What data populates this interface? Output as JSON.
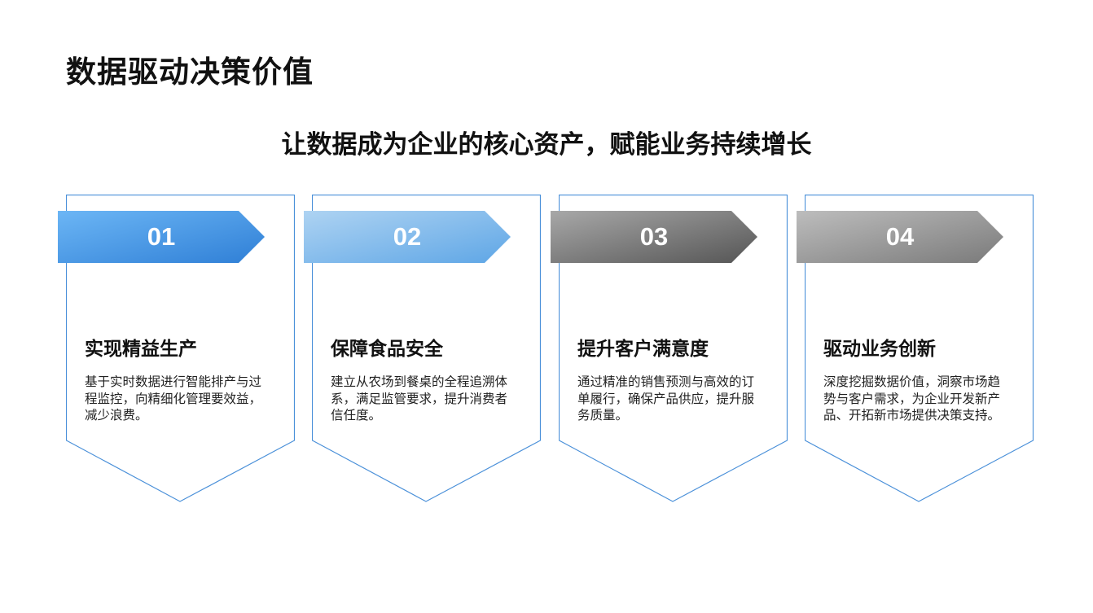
{
  "title": "数据驱动决策价值",
  "subtitle": "让数据成为企业的核心资产，赋能业务持续增长",
  "colors": {
    "card_border": "#4a90d9",
    "ribbon_1": [
      "#6cb6f5",
      "#2f7fd6"
    ],
    "ribbon_2": [
      "#aed3f2",
      "#5ea6e6"
    ],
    "ribbon_3": [
      "#a8a8a8",
      "#555555"
    ],
    "ribbon_4": [
      "#bdbdbd",
      "#7a7a7a"
    ]
  },
  "cards": [
    {
      "number": "01",
      "title": "实现精益生产",
      "description": "基于实时数据进行智能排产与过程监控，向精细化管理要效益，减少浪费。"
    },
    {
      "number": "02",
      "title": "保障食品安全",
      "description": "建立从农场到餐桌的全程追溯体系，满足监管要求，提升消费者信任度。"
    },
    {
      "number": "03",
      "title": "提升客户满意度",
      "description": "通过精准的销售预测与高效的订单履行，确保产品供应，提升服务质量。"
    },
    {
      "number": "04",
      "title": "驱动业务创新",
      "description": "深度挖掘数据价值，洞察市场趋势与客户需求，为企业开发新产品、开拓新市场提供决策支持。"
    }
  ]
}
